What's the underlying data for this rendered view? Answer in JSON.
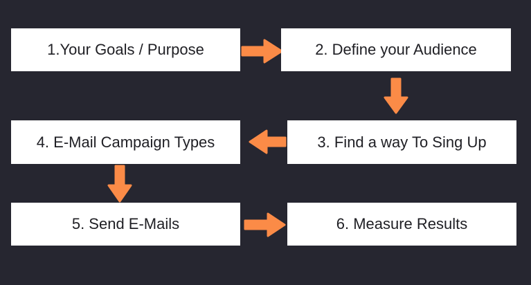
{
  "diagram": {
    "background_color": "#262630",
    "arrow_color": "#FB8B47",
    "box_color": "#FFFFFF",
    "steps": [
      {
        "label": "1.Your Goals / Purpose"
      },
      {
        "label": "2. Define your Audience"
      },
      {
        "label": "3. Find a way To Sing Up"
      },
      {
        "label": "4. E-Mail Campaign Types"
      },
      {
        "label": "5. Send E-Mails"
      },
      {
        "label": "6. Measure Results"
      }
    ],
    "connections": [
      {
        "from": 1,
        "to": 2,
        "direction": "right"
      },
      {
        "from": 2,
        "to": 3,
        "direction": "down"
      },
      {
        "from": 3,
        "to": 4,
        "direction": "left"
      },
      {
        "from": 4,
        "to": 5,
        "direction": "down"
      },
      {
        "from": 5,
        "to": 6,
        "direction": "right"
      }
    ]
  }
}
